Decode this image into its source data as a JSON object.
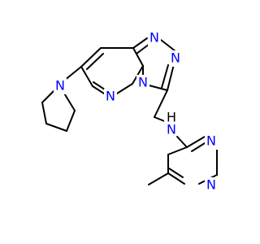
{
  "molecule": {
    "atoms": {
      "n_triazole_top_right": "N",
      "n_triazole_left": "N",
      "n_triazole_right": "N",
      "n_pyridazine_bridge": "N",
      "n_pyridazine_lower": "N",
      "n_pyrrolidine": "N",
      "n_amine": "N",
      "h_amine": "H",
      "n_pyrimidine_top": "N",
      "n_pyrimidine_side": "N"
    },
    "colors": {
      "nitrogen": "#0000ff",
      "bond": "#000000",
      "background": "#ffffff"
    }
  }
}
